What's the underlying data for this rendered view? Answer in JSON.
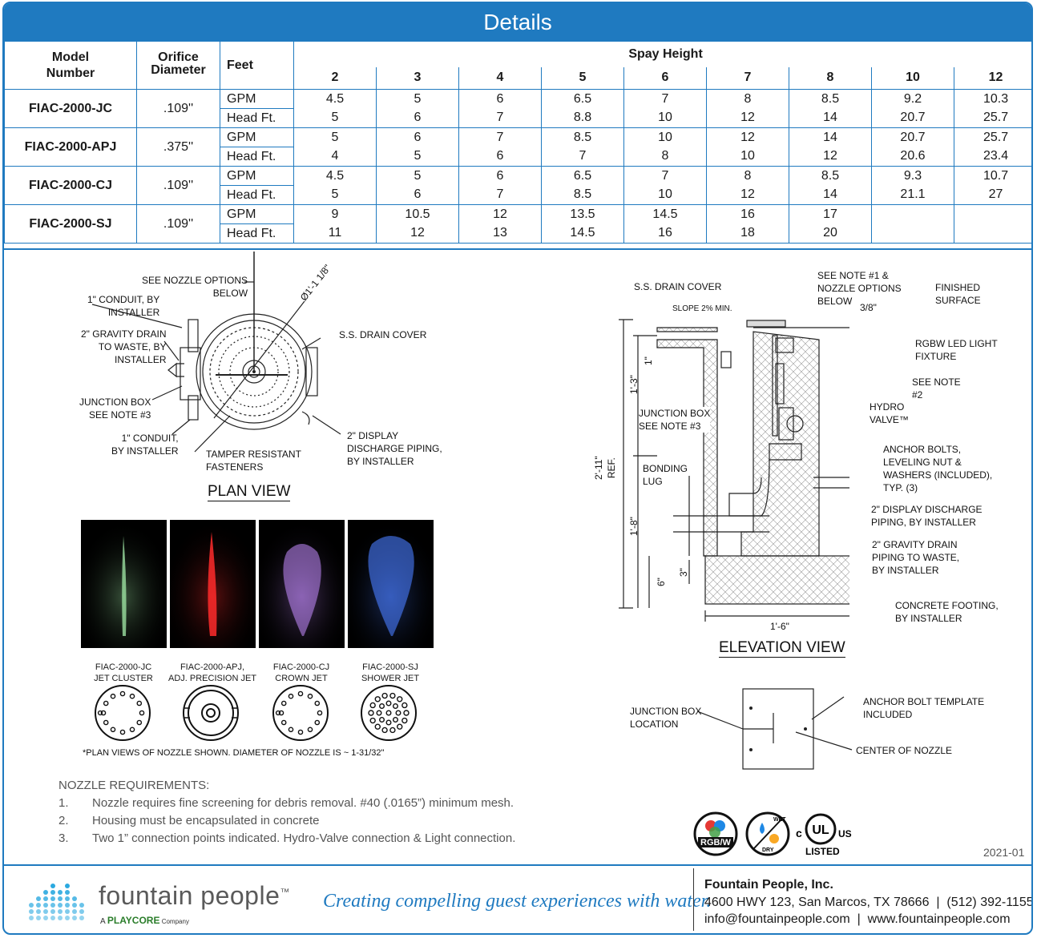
{
  "header": {
    "title": "Details"
  },
  "table": {
    "col_model": "Model\nNumber",
    "col_orifice": "Orifice\nDiameter",
    "col_feet": "Feet",
    "col_spray": "Spay Height",
    "heights": [
      "2",
      "3",
      "4",
      "5",
      "6",
      "7",
      "8",
      "10",
      "12"
    ],
    "rows": [
      {
        "model": "FIAC-2000-JC",
        "orifice": ".109''",
        "gpm_label": "GPM",
        "head_label": "Head Ft.",
        "gpm": [
          "4.5",
          "5",
          "6",
          "6.5",
          "7",
          "8",
          "8.5",
          "9.2",
          "10.3"
        ],
        "head": [
          "5",
          "6",
          "7",
          "8.8",
          "10",
          "12",
          "14",
          "20.7",
          "25.7"
        ]
      },
      {
        "model": "FIAC-2000-APJ",
        "orifice": ".375''",
        "gpm_label": "GPM",
        "head_label": "Head Ft.",
        "gpm": [
          "5",
          "6",
          "7",
          "8.5",
          "10",
          "12",
          "14",
          "20.7",
          "25.7"
        ],
        "head": [
          "4",
          "5",
          "6",
          "7",
          "8",
          "10",
          "12",
          "20.6",
          "23.4"
        ]
      },
      {
        "model": "FIAC-2000-CJ",
        "orifice": ".109''",
        "gpm_label": "GPM",
        "head_label": "Head Ft.",
        "gpm": [
          "4.5",
          "5",
          "6",
          "6.5",
          "7",
          "8",
          "8.5",
          "9.3",
          "10.7"
        ],
        "head": [
          "5",
          "6",
          "7",
          "8.5",
          "10",
          "12",
          "14",
          "21.1",
          "27"
        ]
      },
      {
        "model": "FIAC-2000-SJ",
        "orifice": ".109''",
        "gpm_label": "GPM",
        "head_label": "Head Ft.",
        "gpm": [
          "9",
          "10.5",
          "12",
          "13.5",
          "14.5",
          "16",
          "17",
          "",
          ""
        ],
        "head": [
          "11",
          "12",
          "13",
          "14.5",
          "16",
          "18",
          "20",
          "",
          ""
        ]
      }
    ]
  },
  "plan_view": {
    "title": "PLAN VIEW",
    "labels": {
      "nozzle_options": "SEE NOZZLE OPTIONS\nBELOW",
      "conduit1": "1\" CONDUIT, BY\nINSTALLER",
      "gravity_drain": "2\" GRAVITY DRAIN\nTO WASTE, BY\nINSTALLER",
      "junction_box": "JUNCTION BOX\nSEE NOTE #3",
      "conduit2": "1\" CONDUIT,\nBY INSTALLER",
      "tamper": "TAMPER RESISTANT\nFASTENERS",
      "discharge": "2\" DISPLAY\nDISCHARGE PIPING,\nBY INSTALLER",
      "drain_cover": "S.S. DRAIN COVER",
      "diameter": "Ø1'-1 1/8\""
    }
  },
  "nozzles": [
    {
      "line1": "FIAC-2000-JC",
      "line2": "JET CLUSTER",
      "color": "#9be0a0"
    },
    {
      "line1": "FIAC-2000-APJ,",
      "line2": "ADJ. PRECISION JET",
      "color": "#ff2b2b"
    },
    {
      "line1": "FIAC-2000-CJ",
      "line2": "CROWN JET",
      "color": "#c58cff"
    },
    {
      "line1": "FIAC-2000-SJ",
      "line2": "SHOWER JET",
      "color": "#4a7dff"
    }
  ],
  "nozzle_footnote": "*PLAN VIEWS OF NOZZLE SHOWN. DIAMETER OF NOZZLE IS ~ 1-31/32\"",
  "elevation_view": {
    "title": "ELEVATION VIEW",
    "labels": {
      "drain_cover": "S.S. DRAIN COVER",
      "see_note1": "SEE NOTE #1 &\nNOZZLE OPTIONS\nBELOW",
      "finished": "FINISHED\nSURFACE",
      "slope": "SLOPE 2% MIN.",
      "three_eighths": "3/8\"",
      "led": "RGBW LED LIGHT\nFIXTURE",
      "note2": "SEE NOTE\n#2",
      "hydro": "HYDRO\nVALVE™",
      "jbox": "JUNCTION BOX\nSEE NOTE #3",
      "bonding": "BONDING\nLUG",
      "anchor": "ANCHOR BOLTS,\nLEVELING NUT &\nWASHERS (INCLUDED),\nTYP. (3)",
      "discharge": "2\" DISPLAY DISCHARGE\nPIPING, BY INSTALLER",
      "gravity": "2\" GRAVITY DRAIN\nPIPING TO WASTE,\nBY INSTALLER",
      "footing": "CONCRETE FOOTING,\nBY INSTALLER",
      "dim_1": "1\"",
      "dim_13": "1'-3\"",
      "dim_211": "2'-11\"\nREF.",
      "dim_18": "1'-8\"",
      "dim_3": "3\"",
      "dim_6": "6\"",
      "dim_16": "1'-6\""
    }
  },
  "template": {
    "jbox": "JUNCTION BOX\nLOCATION",
    "anchor": "ANCHOR BOLT TEMPLATE\nINCLUDED",
    "center": "CENTER OF NOZZLE"
  },
  "certs": {
    "rgbw": "RGB/W",
    "wet": "WET",
    "dry": "DRY",
    "c": "c",
    "ul": "UL",
    "us": "US",
    "listed": "LISTED"
  },
  "notes": {
    "title": "NOZZLE REQUIREMENTS:",
    "items": [
      {
        "num": "1.",
        "text": "Nozzle requires fine screening for debris removal. #40 (.0165”) minimum mesh."
      },
      {
        "num": "2.",
        "text": "Housing must be encapsulated in concrete"
      },
      {
        "num": "3.",
        "text": "Two 1” connection points indicated. Hydro-Valve connection & Light connection."
      }
    ]
  },
  "year": "2021-01",
  "footer": {
    "brand": "fountain people",
    "tm": "™",
    "sub_a": "A ",
    "sub_brand": "PLAYCORE",
    "sub_tail": " Company",
    "tagline": "Creating compelling guest experiences with water.",
    "company": "Fountain People, Inc.",
    "address": "4600 HWY 123, San Marcos, TX 78666  |  (512) 392-1155",
    "contact": "info@fountainpeople.com  |  www.fountainpeople.com"
  },
  "colors": {
    "accent": "#1f7ac0"
  }
}
